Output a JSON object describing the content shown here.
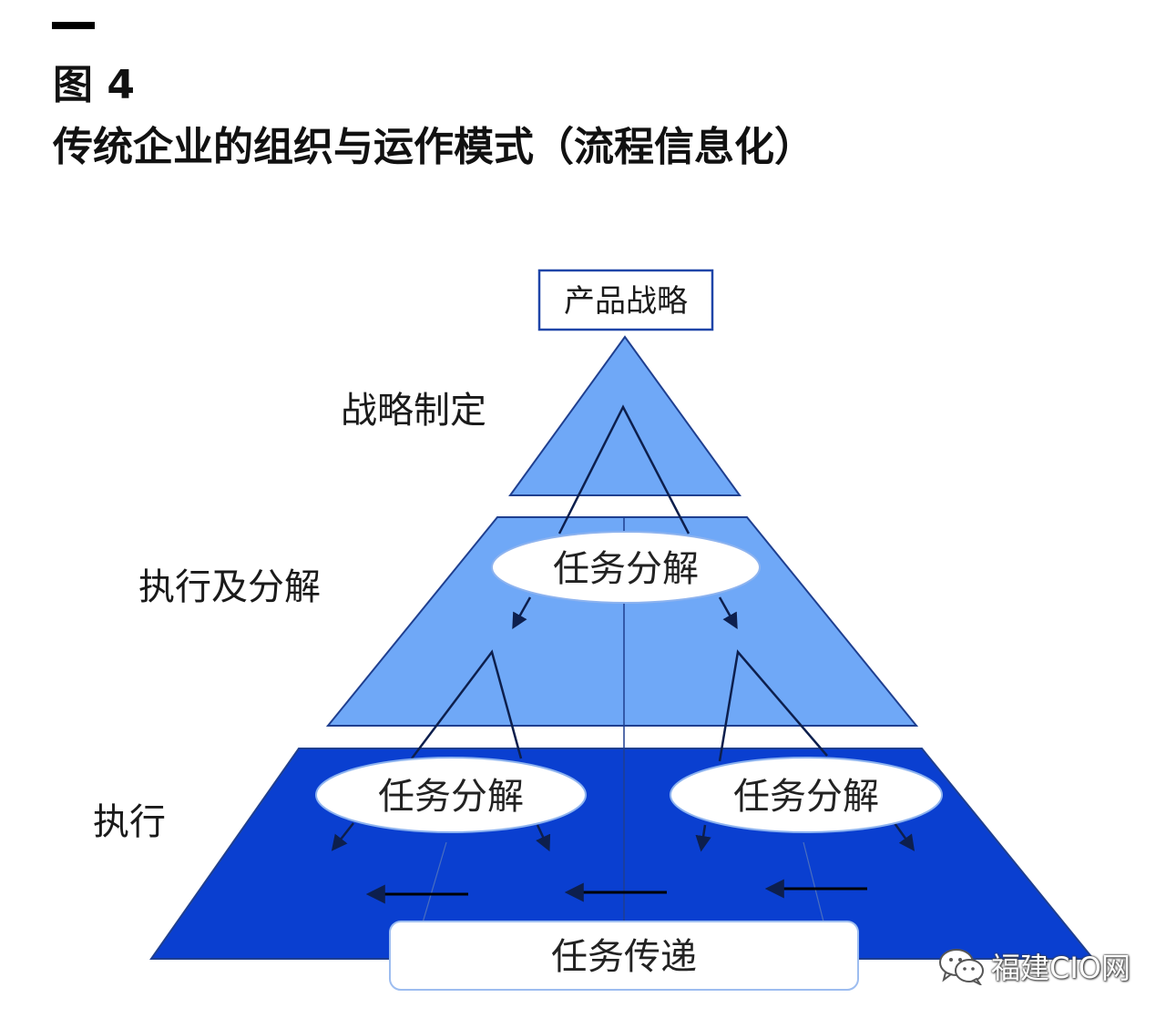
{
  "figure": {
    "label": "图 4",
    "title": "传统企业的组织与运作模式（流程信息化）"
  },
  "diagram": {
    "top_node": "产品战略",
    "levels": {
      "strategy": "战略制定",
      "decompose": "执行及分解",
      "execute": "执行"
    },
    "task_nodes": {
      "middle": "任务分解",
      "bottom_left": "任务分解",
      "bottom_right": "任务分解"
    },
    "bottom_node": "任务传递",
    "colors": {
      "tier_top": "#6fa8f7",
      "tier_middle": "#6fa8f7",
      "tier_bottom": "#0a3fd0",
      "outline": "#1f3f8f",
      "top_box_border": "#1f45a8",
      "ellipse_fill": "#ffffff"
    }
  },
  "watermark": {
    "text": "福建CIO网",
    "icon": "wechat-icon"
  }
}
